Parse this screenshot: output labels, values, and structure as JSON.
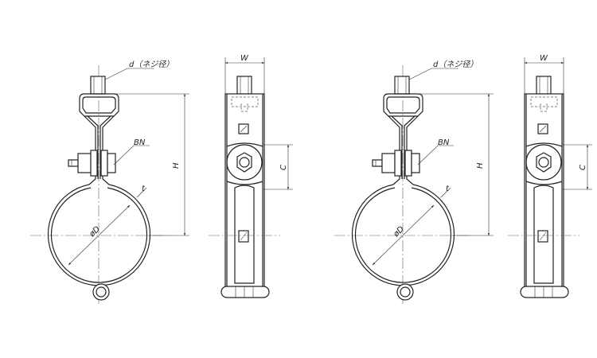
{
  "labels": {
    "thread_dia": "d（ネジ径）",
    "nut": "BN",
    "height": "H",
    "diameter": "øD",
    "thickness": "t",
    "width": "W",
    "clearance": "C"
  }
}
